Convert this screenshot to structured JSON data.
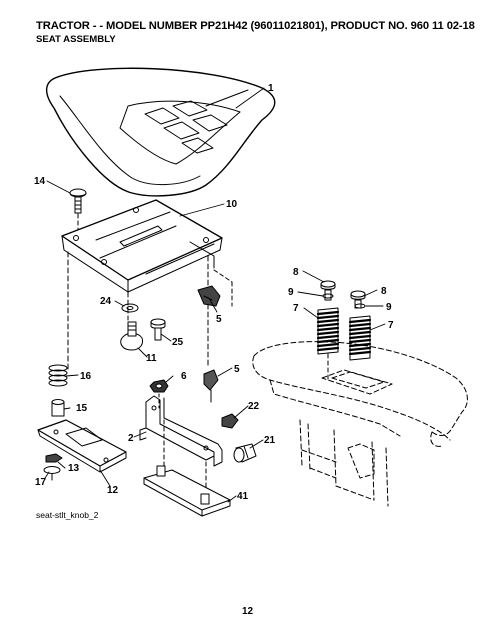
{
  "header": {
    "title": "TRACTOR - - MODEL NUMBER PP21H42 (96011021801), PRODUCT NO. 960 11 02-18",
    "subtitle": "SEAT ASSEMBLY"
  },
  "callouts": [
    "1",
    "14",
    "10",
    "8",
    "8",
    "9",
    "9",
    "7",
    "7",
    "24",
    "5",
    "25",
    "11",
    "16",
    "6",
    "5",
    "15",
    "22",
    "2",
    "21",
    "13",
    "17",
    "12",
    "41"
  ],
  "caption": "seat-stlt_knob_2",
  "page_number": "12"
}
